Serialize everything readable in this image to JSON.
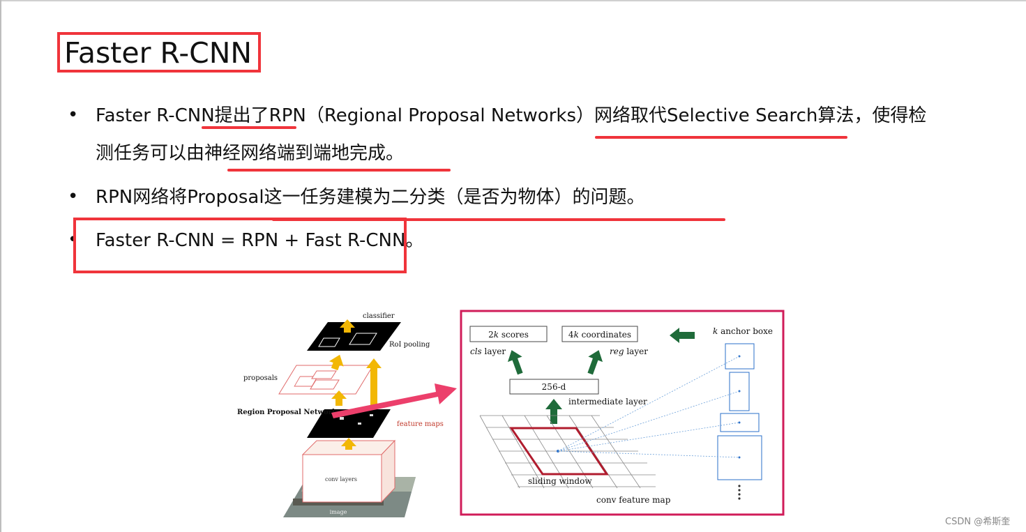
{
  "slide": {
    "title": "Faster R-CNN",
    "bullets": [
      {
        "line1": "Faster R-CNN提出了RPN（Regional Proposal Networks）网络取代Selective Search算法，使得检",
        "line2": "测任务可以由神经网络端到端地完成。"
      },
      {
        "line1": "RPN网络将Proposal这一任务建模为二分类（是否为物体）的问题。"
      },
      {
        "line1": "Faster R-CNN = RPN + Fast R-CNN。"
      }
    ],
    "bullet_symbol": "•",
    "highlight_color": "#f0343b"
  },
  "diagram_left": {
    "classifier": "classifier",
    "roi_pooling": "RoI pooling",
    "proposals": "proposals",
    "rpn": "Region Proposal Network",
    "feature_maps": "feature maps",
    "conv_layers": "conv layers",
    "image": "image"
  },
  "diagram_right": {
    "scores_prefix": "2",
    "scores_k": "k",
    "scores_suffix": " scores",
    "coords_prefix": "4",
    "coords_k": "k",
    "coords_suffix": " coordinates",
    "cls": "cls",
    "cls_suffix": " layer",
    "reg": "reg",
    "reg_suffix": " layer",
    "dim": "256-d",
    "intermediate": "intermediate layer",
    "anchor_k": "k",
    "anchor_suffix": " anchor boxe",
    "sliding": "sliding window",
    "conv_feature": "conv feature map"
  },
  "watermark": "CSDN @希斯奎"
}
